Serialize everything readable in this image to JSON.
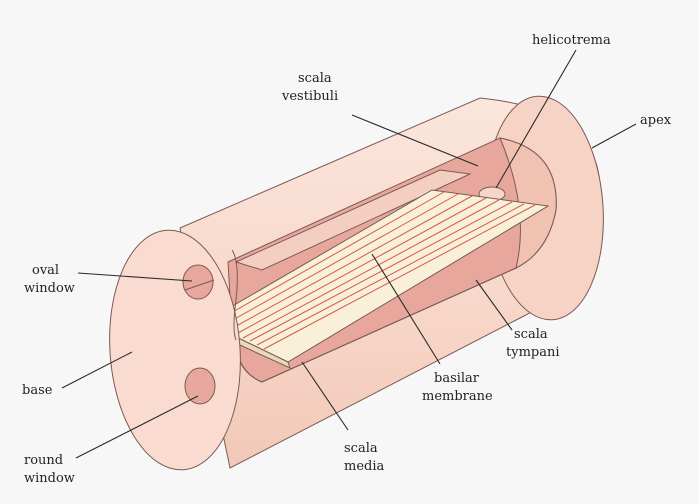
{
  "diagram": {
    "colors": {
      "background": "#f7f7f7",
      "shell": "#f8d9cc",
      "shell_dark": "#f0c0ad",
      "interior": "#e8a79d",
      "membrane": "#f8f0d8",
      "fibers": "#d9574c",
      "outline": "#7a5a55"
    },
    "labels": {
      "helicotrema": "helicotrema",
      "scala_vestibuli_1": "scala",
      "scala_vestibuli_2": "vestibuli",
      "apex": "apex",
      "oval_window_1": "oval",
      "oval_window_2": "window",
      "base": "base",
      "round_window_1": "round",
      "round_window_2": "window",
      "scala_tympani_1": "scala",
      "scala_tympani_2": "tympani",
      "basilar_membrane_1": "basilar",
      "basilar_membrane_2": "membrane",
      "scala_media_1": "scala",
      "scala_media_2": "media"
    }
  }
}
